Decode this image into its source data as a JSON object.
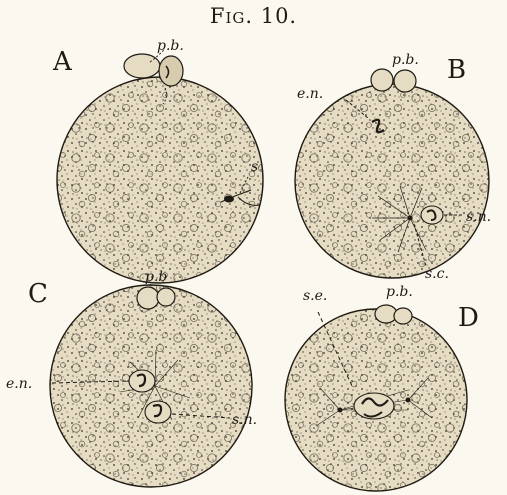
{
  "figure_title": "Fig. 10.",
  "panels": {
    "a": {
      "letter": "A",
      "labels": {
        "pb": "p.b.",
        "s": "s"
      }
    },
    "b": {
      "letter": "B",
      "labels": {
        "pb": "p.b.",
        "en": "e.n.",
        "sn": "s.n.",
        "sc": "s.c."
      }
    },
    "c": {
      "letter": "C",
      "labels": {
        "pb": "p.b",
        "en": "e.n.",
        "sn": "s.n."
      }
    },
    "d": {
      "letter": "D",
      "labels": {
        "pb": "p.b.",
        "se": "s.e."
      }
    }
  },
  "colors": {
    "ink": "#1e1a14",
    "egg_fill": "#e6dcc3",
    "paper": "#fbf8ef"
  }
}
